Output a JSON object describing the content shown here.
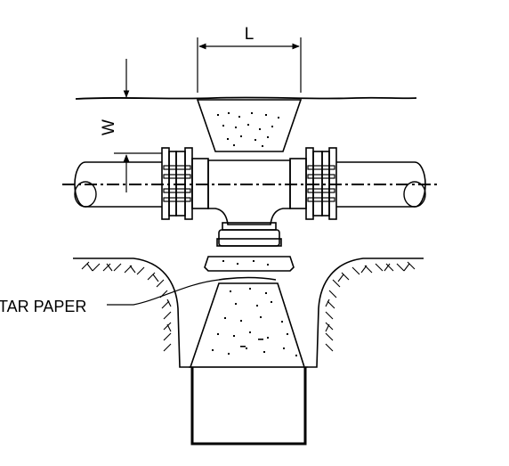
{
  "labels": {
    "length": "L",
    "width": "W",
    "material": "TAR PAPER"
  }
}
